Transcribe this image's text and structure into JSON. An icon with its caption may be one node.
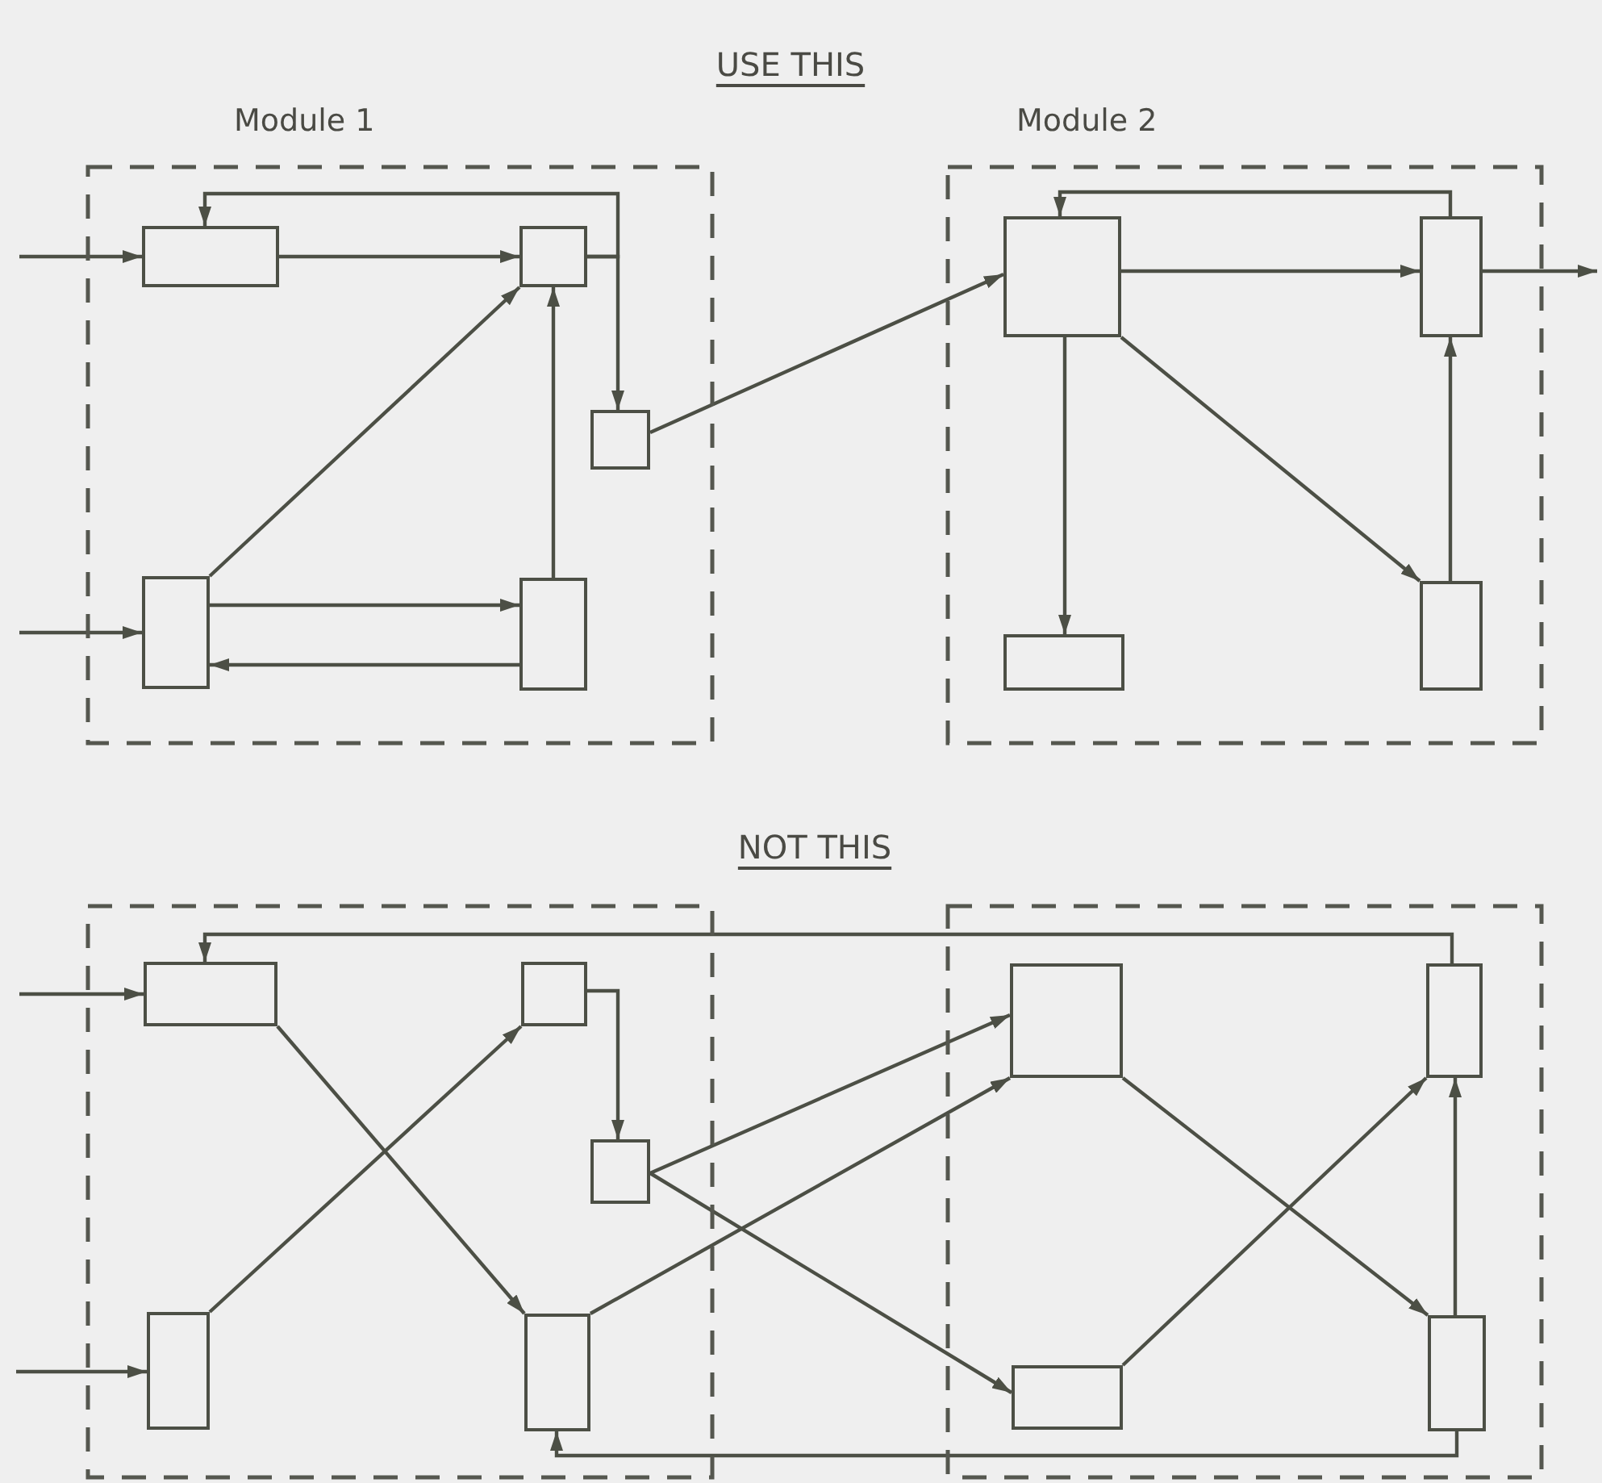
{
  "diagram": {
    "nodes": [
      {
        "text": [
          "Module 1"
        ]
      },
      {
        "text": [],
        "shape": "box",
        "in": 0
      },
      {
        "text": [],
        "shape": "box",
        "in": 0
      },
      {
        "text": [],
        "shape": "box",
        "in": 0
      },
      {
        "text": [],
        "shape": "box",
        "in": 0
      },
      {
        "text": [],
        "shape": "box",
        "in": 0
      },
      {
        "text": [
          "Module 2"
        ]
      },
      {
        "text": [],
        "shape": "box",
        "in": 6
      },
      {
        "text": [],
        "shape": "box",
        "in": 6
      },
      {
        "text": [],
        "shape": "box",
        "in": 6
      },
      {
        "text": [],
        "shape": "box",
        "in": 6
      },
      {
        "text": [],
        "shape": "box"
      },
      {
        "text": [],
        "shape": "box",
        "in": 11
      },
      {
        "text": [],
        "shape": "box",
        "in": 11
      },
      {
        "text": [],
        "shape": "box",
        "in": 11
      },
      {
        "text": [],
        "shape": "box",
        "in": 11
      },
      {
        "text": [],
        "shape": "box",
        "in": 11
      },
      {
        "text": [],
        "shape": "box"
      },
      {
        "text": [],
        "shape": "box",
        "in": 17
      },
      {
        "text": [],
        "shape": "box",
        "in": 17
      },
      {
        "text": [],
        "shape": "box",
        "in": 17
      },
      {
        "text": [],
        "shape": "box",
        "in": 17
      }
    ],
    "edges": [
      {
        "from": null,
        "to": 1,
        "arrow": "to"
      },
      {
        "from": null,
        "to": 4,
        "arrow": "to"
      },
      {
        "from": 1,
        "to": 2,
        "arrow": "to"
      },
      {
        "from": 2,
        "to": 1,
        "arrow": "to"
      },
      {
        "from": 2,
        "to": 3,
        "arrow": "to"
      },
      {
        "from": 4,
        "to": 2,
        "arrow": "to"
      },
      {
        "from": 5,
        "to": 2,
        "arrow": "to"
      },
      {
        "from": 4,
        "to": 5,
        "arrow": "to"
      },
      {
        "from": 5,
        "to": 4,
        "arrow": "to"
      },
      {
        "from": 3,
        "to": 7,
        "arrow": "to"
      },
      {
        "from": 7,
        "to": 8,
        "arrow": "to"
      },
      {
        "from": 8,
        "to": 7,
        "arrow": "to"
      },
      {
        "from": 8,
        "to": null,
        "arrow": "to"
      },
      {
        "from": 7,
        "to": 9,
        "arrow": "to"
      },
      {
        "from": 7,
        "to": 10,
        "arrow": "to"
      },
      {
        "from": 10,
        "to": 8,
        "arrow": "to"
      },
      {
        "from": null,
        "to": 12,
        "arrow": "to"
      },
      {
        "from": null,
        "to": 15,
        "arrow": "to"
      },
      {
        "from": 19,
        "to": 12,
        "arrow": "to"
      },
      {
        "from": 12,
        "to": 16,
        "arrow": "to"
      },
      {
        "from": 15,
        "to": 13,
        "arrow": "to"
      },
      {
        "from": 13,
        "to": 14,
        "arrow": "to"
      },
      {
        "from": 14,
        "to": 18,
        "arrow": "to"
      },
      {
        "from": 16,
        "to": 18,
        "arrow": "to"
      },
      {
        "from": 14,
        "to": 20,
        "arrow": "to"
      },
      {
        "from": 18,
        "to": 21,
        "arrow": "to"
      },
      {
        "from": 20,
        "to": 19,
        "arrow": "to"
      },
      {
        "from": 21,
        "to": 19,
        "arrow": "to"
      },
      {
        "from": 21,
        "to": 16,
        "arrow": "to"
      }
    ],
    "labels": [
      "USE THIS",
      "NOT THIS"
    ]
  }
}
